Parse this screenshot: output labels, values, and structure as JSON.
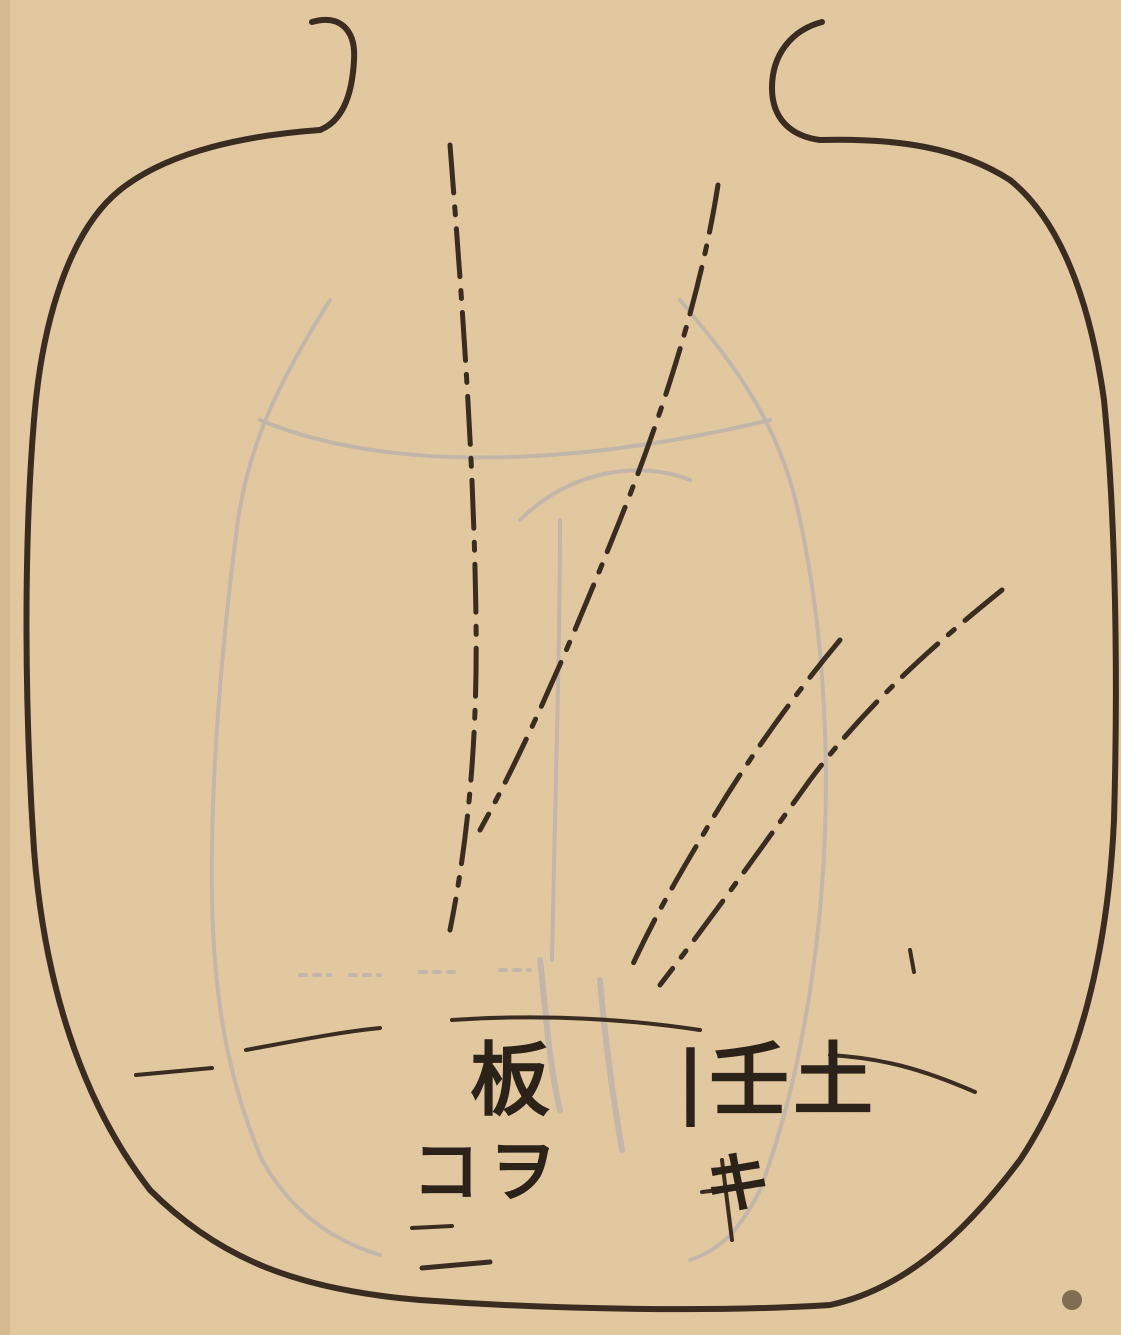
{
  "labels": {
    "ita": "板",
    "tsuchi": "|壬土",
    "komi": "コヲ",
    "ki": "キ"
  },
  "colors": {
    "paper": "#e3c9a0",
    "ink": "#3a2c20",
    "pencil": "#a9a9b3"
  }
}
